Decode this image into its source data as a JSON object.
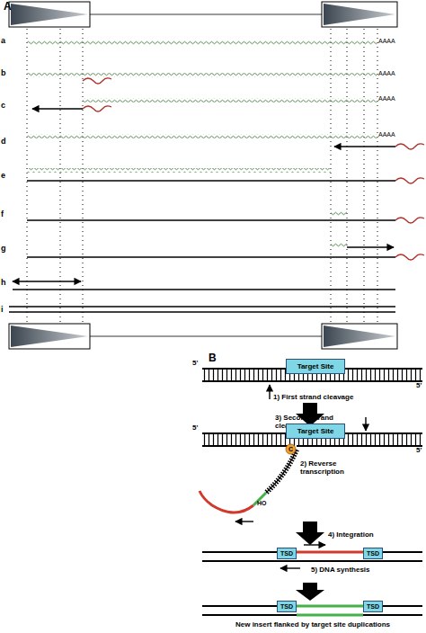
{
  "diagram": {
    "nodes": [
      {
        "text": [
          "Target Site"
        ]
      },
      {
        "text": [
          "Target Site"
        ]
      },
      {
        "text": [
          "C"
        ]
      },
      {
        "text": [
          "TSD"
        ]
      },
      {
        "text": [
          "TSD"
        ]
      },
      {
        "text": [
          "TSD"
        ]
      },
      {
        "text": [
          "TSD"
        ]
      }
    ],
    "labels": [
      "A",
      "a",
      "b",
      "c",
      "d",
      "e",
      "f",
      "g",
      "h",
      "i",
      "AAAA",
      "AAAA",
      "AAAA",
      "AAAA",
      "B",
      "5'",
      "5'",
      "5'",
      "5'",
      "1) First strand cleavage",
      "3) Second strand cleavage",
      "2) Reverse transcription",
      "HO",
      "4) Integration",
      "5) DNA synthesis",
      "New insert flanked by target site duplications"
    ]
  }
}
